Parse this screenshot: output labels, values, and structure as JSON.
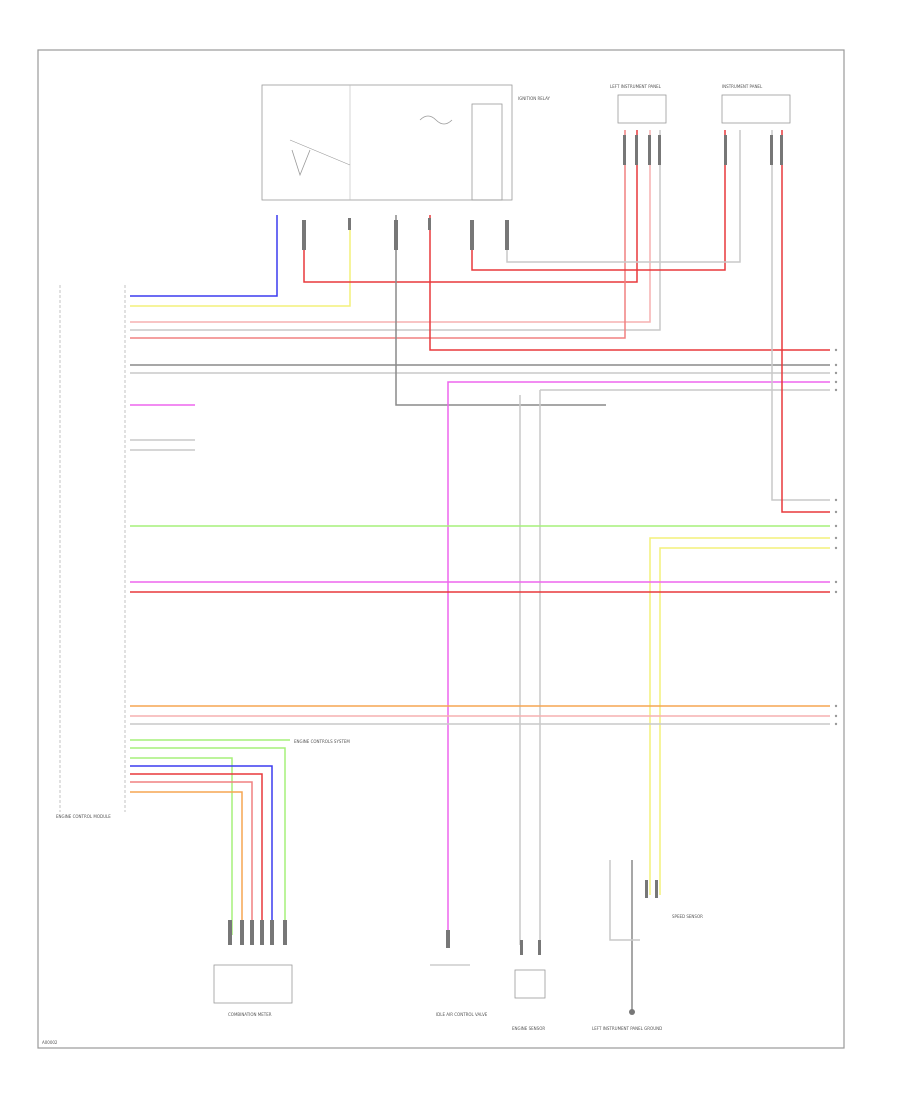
{
  "page_id": "A00002",
  "colors": {
    "blue": "#3b3bef",
    "yellow": "#f3f07a",
    "red": "#e8383c",
    "pink": "#f08080",
    "light_pink": "#f6b0b0",
    "gray": "#8a8a8a",
    "light_gray": "#c9c9c9",
    "magenta": "#ee66ee",
    "green": "#a6f07a",
    "orange": "#f5a552",
    "black": "#444444"
  },
  "components": {
    "ecm": "ENGINE CONTROL MODULE",
    "combination_meter": "COMBINATION METER",
    "idle_air": "IDLE AIR CONTROL VALVE",
    "ignition_relay": "IGNITION RELAY",
    "left_connector": "LEFT INSTRUMENT PANEL",
    "right_connector": "INSTRUMENT PANEL",
    "engine_sensor": "ENGINE SENSOR",
    "speed_sensor": "SPEED SENSOR",
    "ground": "LEFT INSTRUMENT PANEL GROUND"
  },
  "notes": {
    "engine_controls_system": "ENGINE CONTROLS SYSTEM"
  }
}
